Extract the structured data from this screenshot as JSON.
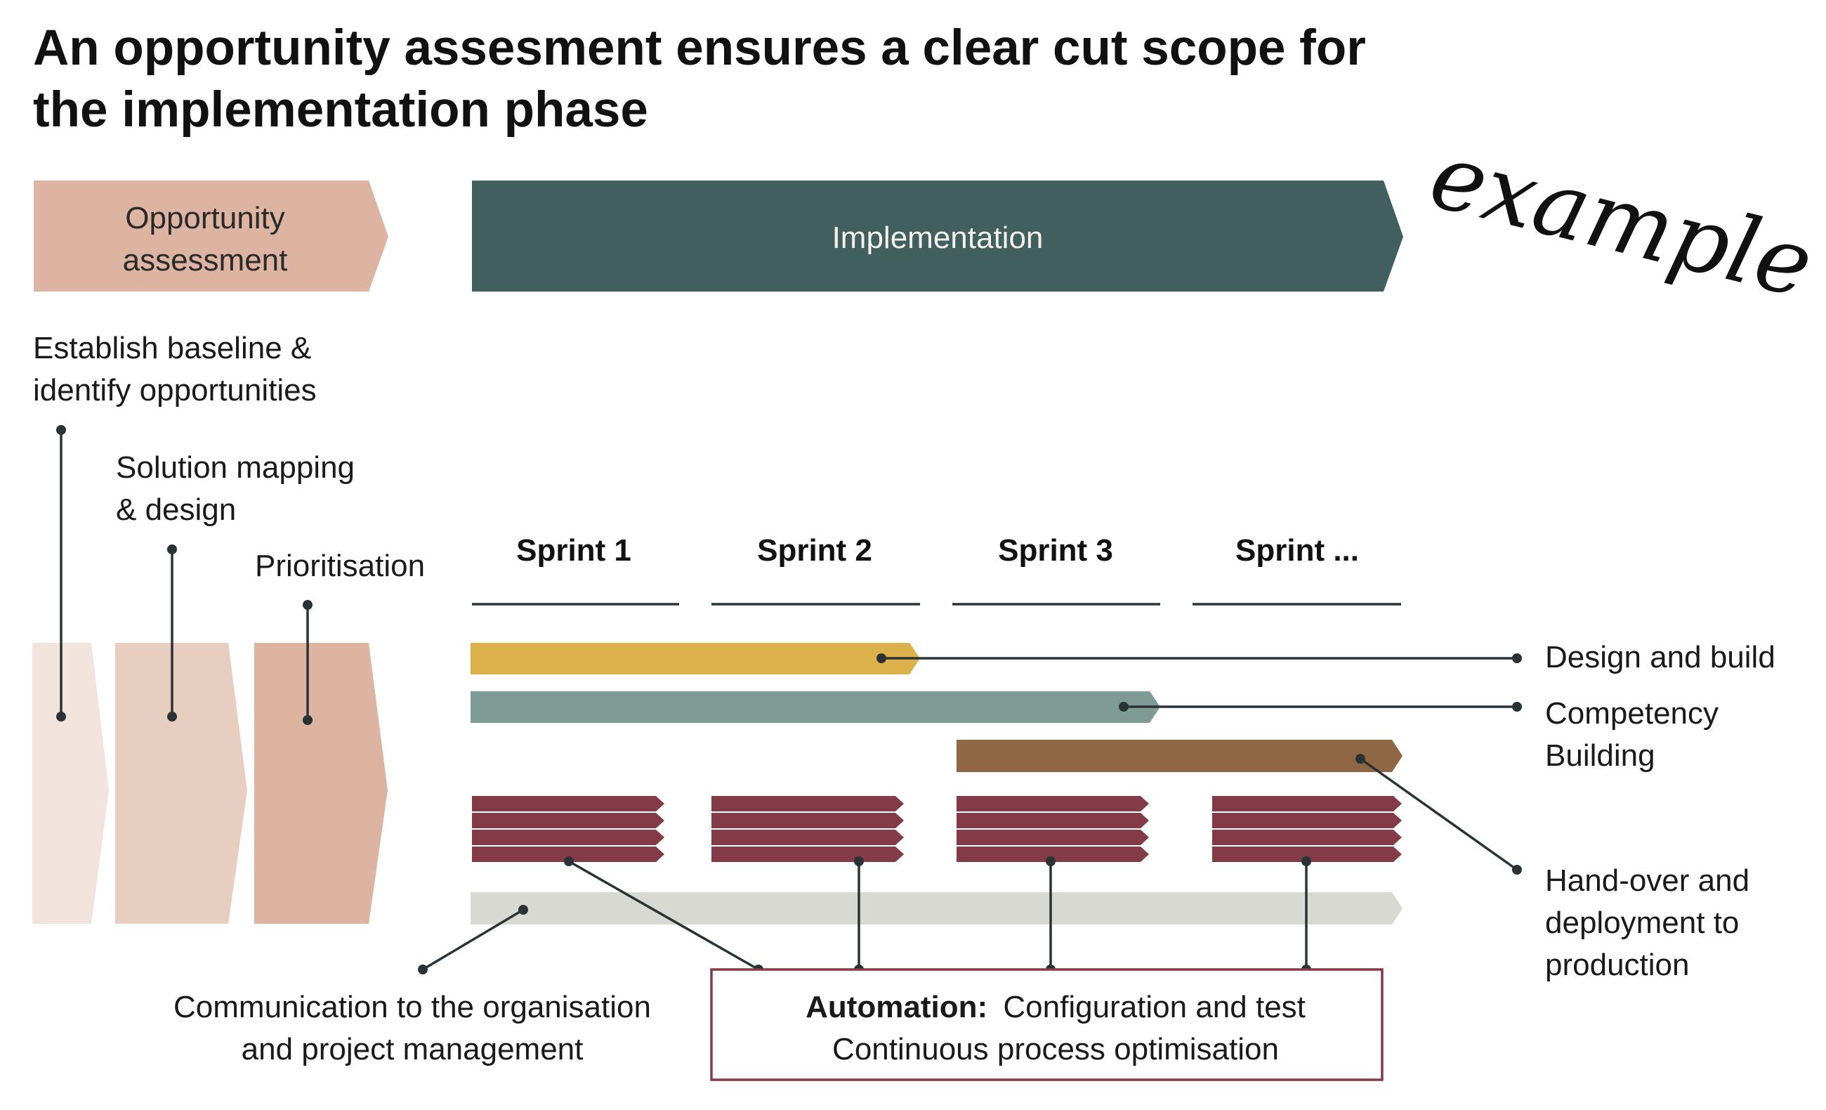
{
  "title": {
    "line1": "An opportunity assesment ensures a clear cut scope for",
    "line2": "the implementation phase"
  },
  "watermark": "example",
  "phases": {
    "opportunity": {
      "line1": "Opportunity",
      "line2": "assessment",
      "color": "#ddb3a2"
    },
    "implementation": {
      "label": "Implementation",
      "color": "#415f5e"
    }
  },
  "opportunity_steps": [
    {
      "line1": "Establish baseline &",
      "line2": "identify opportunities",
      "color": "#f2e3dc"
    },
    {
      "line1": "Solution mapping",
      "line2": "& design",
      "color": "#e8cdc1"
    },
    {
      "line1": "Prioritisation",
      "line2": "",
      "color": "#ddb3a2"
    }
  ],
  "sprints": [
    "Sprint 1",
    "Sprint 2",
    "Sprint 3",
    "Sprint  ..."
  ],
  "workstreams": {
    "design_build": {
      "line1": "Design and build",
      "line2": "",
      "line3": "",
      "color": "#dcb04a"
    },
    "competency": {
      "line1": "Competency",
      "line2": "Building",
      "line3": "",
      "color": "#7f9c94"
    },
    "handover": {
      "line1": "Hand-over and",
      "line2": "deployment to",
      "line3": "production",
      "color": "#8f6745"
    },
    "automation": {
      "bold": "Automation:",
      "line1": "Configuration and test",
      "line2": "Continuous process optimisation",
      "color": "#833b47"
    },
    "communication": {
      "line1": "Communication to the organisation",
      "line2": "and project management",
      "color": "#d9d9d3"
    }
  }
}
